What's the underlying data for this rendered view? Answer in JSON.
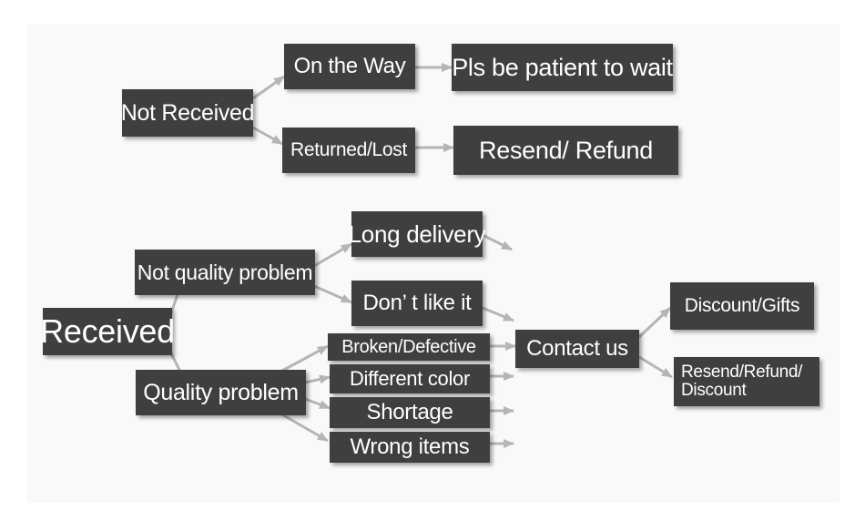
{
  "diagram": {
    "nodes": {
      "not_received": "Not Received",
      "on_the_way": "On the Way",
      "be_patient": "Pls be patient to wait",
      "returned_lost": "Returned/Lost",
      "resend_refund": "Resend/ Refund",
      "received": "Received",
      "not_quality_problem": "Not quality problem",
      "long_delivery": "Long delivery",
      "dont_like_it": "Don’ t like it",
      "quality_problem": "Quality problem",
      "broken_defective": "Broken/Defective",
      "different_color": "Different color",
      "shortage": "Shortage",
      "wrong_items": "Wrong items",
      "contact_us": "Contact us",
      "discount_gifts": "Discount/Gifts",
      "resend_refund_discount": "Resend/Refund/ Discount"
    },
    "colors": {
      "box_fill": "#3f3f3f",
      "box_text": "#ffffff",
      "arrow": "#b5b5b5",
      "background": "#f9f9f9"
    }
  }
}
